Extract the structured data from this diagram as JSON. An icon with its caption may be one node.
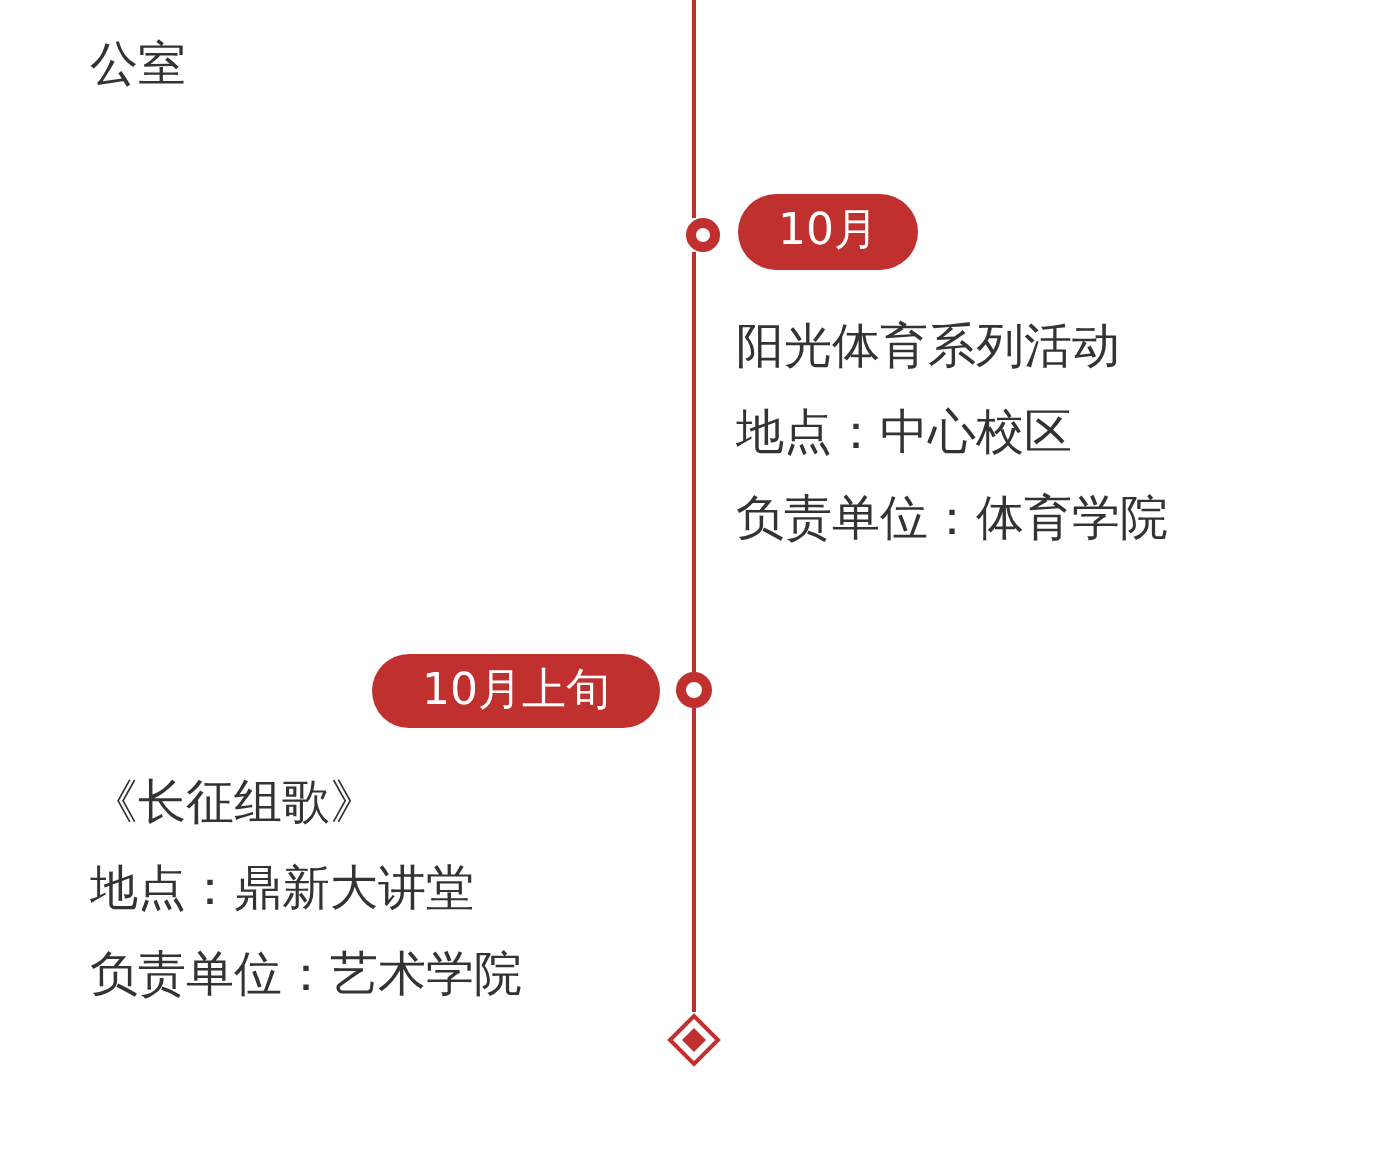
{
  "diagram": {
    "nodes": [
      {
        "text": [],
        "shape": "circle"
      },
      {
        "text": [
          "10月"
        ],
        "beside": [
          "阳光体育系列活动",
          "地点：中心校区",
          "负责单位：体育学院"
        ]
      },
      {
        "text": [],
        "shape": "circle"
      },
      {
        "text": [
          "10月上旬"
        ],
        "beside": [
          "《长征组歌》",
          "地点：鼎新大讲堂",
          "负责单位：艺术学院"
        ]
      },
      {
        "text": [],
        "shape": "diamond"
      }
    ],
    "edges": [
      {
        "from": null,
        "to": 0,
        "arrow": "none"
      },
      {
        "from": 0,
        "to": 2,
        "arrow": "none"
      },
      {
        "from": 2,
        "to": 4,
        "arrow": "none"
      }
    ],
    "labels": [
      "公室"
    ]
  }
}
